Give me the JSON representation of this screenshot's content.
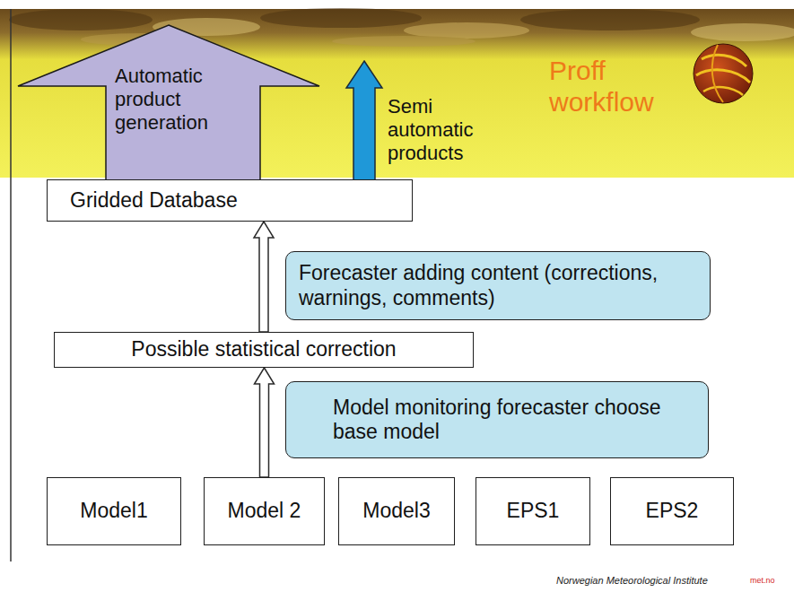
{
  "diagram": {
    "title": "Proff workflow",
    "nodes": [
      {
        "text": [
          "Automatic product generation"
        ]
      },
      {
        "text": [
          "Semi automatic products"
        ]
      },
      {
        "text": [
          "Gridded Database"
        ]
      },
      {
        "text": [
          "Forecaster adding content (corrections, warnings, comments)"
        ]
      },
      {
        "text": [
          "Possible statistical correction"
        ]
      },
      {
        "text": [
          "Model monitoring forecaster choose base model"
        ]
      },
      {
        "text": [
          "Model1"
        ]
      },
      {
        "text": [
          "Model 2"
        ]
      },
      {
        "text": [
          "Model3"
        ]
      },
      {
        "text": [
          "EPS1"
        ]
      },
      {
        "text": [
          "EPS2"
        ]
      }
    ],
    "edges": [
      {
        "from": 7,
        "to": 4,
        "arrow": "to"
      },
      {
        "from": 4,
        "to": 2,
        "arrow": "to"
      }
    ],
    "labels": [
      "Norwegian Meteorological Institute",
      "met.no"
    ]
  }
}
